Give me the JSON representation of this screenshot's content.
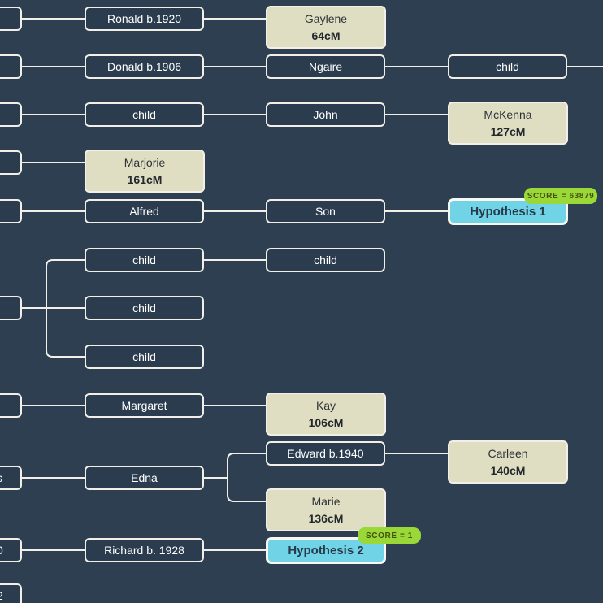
{
  "diagram": {
    "app": "family-tree-hypothesis-diagram",
    "colors": {
      "background": "#2d3f51",
      "node_fill": "#2a3c4e",
      "node_border": "#f1efe7",
      "connector": "#f1efe7",
      "dna_match_fill": "#dfdec2",
      "dna_match_text": "#2e3237",
      "hypothesis_fill": "#70d4e6",
      "hypothesis_text": "#273a4b",
      "score_badge_fill": "#9ad837",
      "score_badge_text": "#44520e"
    }
  },
  "nodes": {
    "ronald": {
      "label": "Ronald b.1920"
    },
    "gaylene": {
      "name": "Gaylene",
      "cm": "64cM"
    },
    "donald": {
      "label": "Donald b.1906"
    },
    "ngaire": {
      "label": "Ngaire"
    },
    "child_b": {
      "label": "child"
    },
    "child_c": {
      "label": "child"
    },
    "john": {
      "label": "John"
    },
    "mckenna": {
      "name": "McKenna",
      "cm": "127cM"
    },
    "marjorie": {
      "name": "Marjorie",
      "cm": "161cM"
    },
    "alfred": {
      "label": "Alfred"
    },
    "son": {
      "label": "Son"
    },
    "hypothesis1": {
      "label": "Hypothesis 1"
    },
    "child_f1": {
      "label": "child"
    },
    "child_f2": {
      "label": "child"
    },
    "child_g": {
      "label": "child"
    },
    "child_h": {
      "label": "child"
    },
    "margaret": {
      "label": "Margaret"
    },
    "kay": {
      "name": "Kay",
      "cm": "106cM"
    },
    "edward": {
      "label": "Edward b.1940"
    },
    "carleen": {
      "name": "Carleen",
      "cm": "140cM"
    },
    "edna": {
      "label": "Edna"
    },
    "marie": {
      "name": "Marie",
      "cm": "136cM"
    },
    "richard": {
      "label": "Richard b. 1928"
    },
    "hypothesis2": {
      "label": "Hypothesis 2"
    }
  },
  "badges": {
    "hypothesis1_score": "SCORE = 63879",
    "hypothesis2_score": "SCORE = 1"
  },
  "edge_fragments": {
    "edna_row": "s",
    "richard_row": "0",
    "bottom_row": "2"
  }
}
